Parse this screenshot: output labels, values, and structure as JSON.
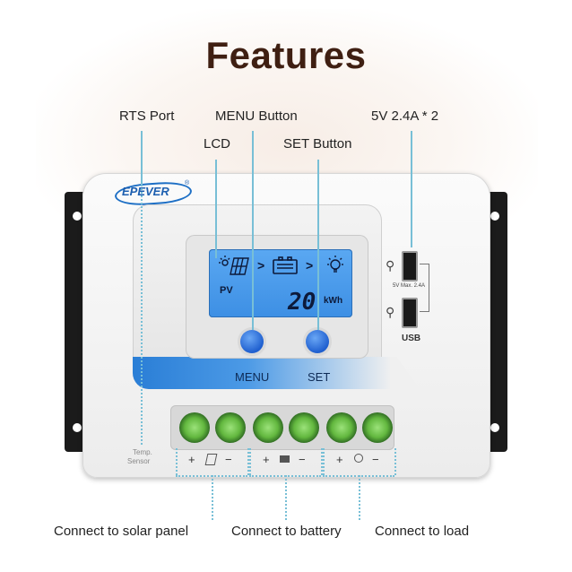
{
  "title": "Features",
  "callouts": {
    "rts_port": "RTS Port",
    "menu_button": "MENU Button",
    "usb_output": "5V 2.4A * 2",
    "lcd": "LCD",
    "set_button": "SET Button"
  },
  "device": {
    "brand": "EPEVER",
    "registered": "®",
    "lcd_pv": "PV",
    "lcd_value": "20",
    "lcd_unit": "kWh",
    "menu_label": "MENU",
    "set_label": "SET",
    "usb_rating": "5V  Max. 2.4A",
    "usb_label": "USB",
    "temp_sensor_1": "Temp.",
    "temp_sensor_2": "Sensor",
    "plus": "+",
    "minus": "−"
  },
  "connections": {
    "solar": "Connect to solar panel",
    "battery": "Connect to battery",
    "load": "Connect to load"
  },
  "colors": {
    "title": "#3f1f12",
    "accent_line": "#78bfd6",
    "lcd_blue": "#4a9bec",
    "terminal_green": "#63b83f"
  }
}
